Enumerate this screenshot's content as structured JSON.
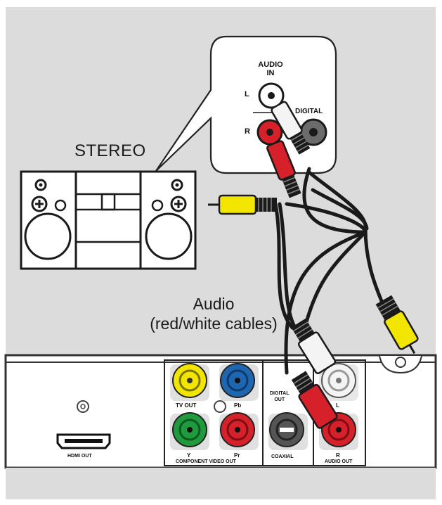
{
  "labels": {
    "stereo": "STEREO",
    "audio_line1": "Audio",
    "audio_line2": "(red/white cables)",
    "audio_in_1": "AUDIO",
    "audio_in_2": "IN",
    "jack_l": "L",
    "jack_r": "R",
    "digital": "DIGITAL"
  },
  "panel": {
    "hdmi_out": "HDMI OUT",
    "tv_out": "TV OUT",
    "pb": "Pb",
    "y": "Y",
    "pr": "Pr",
    "component_video_out": "COMPONENT VIDEO OUT",
    "digital_out_1": "DIGITAL",
    "digital_out_2": "OUT",
    "coaxial": "COAXIAL",
    "l": "L",
    "r": "R",
    "audio_out": "AUDIO OUT"
  },
  "colors": {
    "background": "#dcdcdc",
    "red": "#d6212a",
    "yellow": "#f2e600",
    "green": "#1f9a3c",
    "blue": "#1f66b0",
    "white": "#f4f4f4",
    "black": "#111111"
  }
}
